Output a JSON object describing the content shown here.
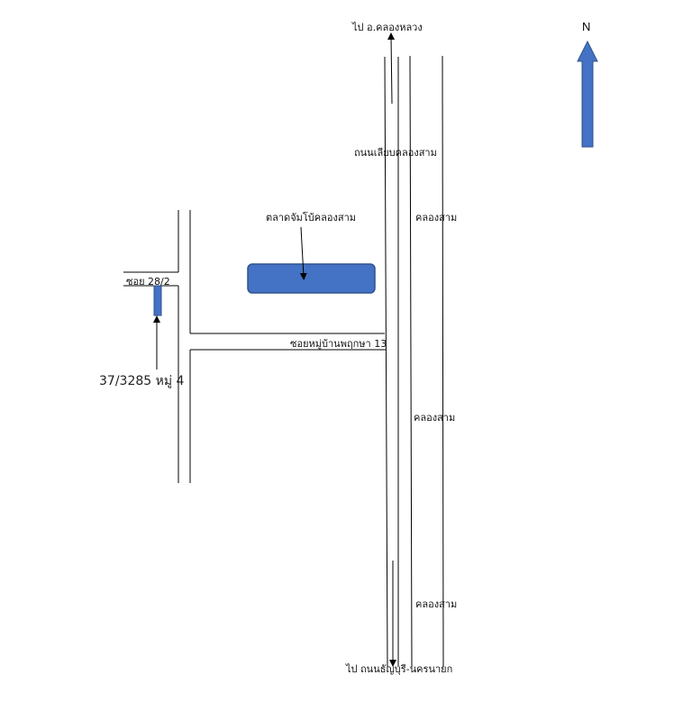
{
  "map": {
    "labels": {
      "to_north": "ไป อ.คลองหลวง",
      "road_main": "ถนนเลียบคลองสาม",
      "market": "ตลาดจัมโบ้คลองสาม",
      "canal_1": "คลองสาม",
      "canal_2": "คลองสาม",
      "canal_3": "คลองสาม",
      "soi_left": "ซอย 28/2",
      "soi_cross": "ซอยหมู่บ้านพฤกษา 13",
      "address": "37/3285 หมู่ 4",
      "to_south": "ไป ถนนธัญบุรี-นครนายก",
      "north": "N"
    },
    "colors": {
      "marker_fill": "#4472c4",
      "marker_stroke": "#2f528f",
      "line": "#000000"
    }
  }
}
